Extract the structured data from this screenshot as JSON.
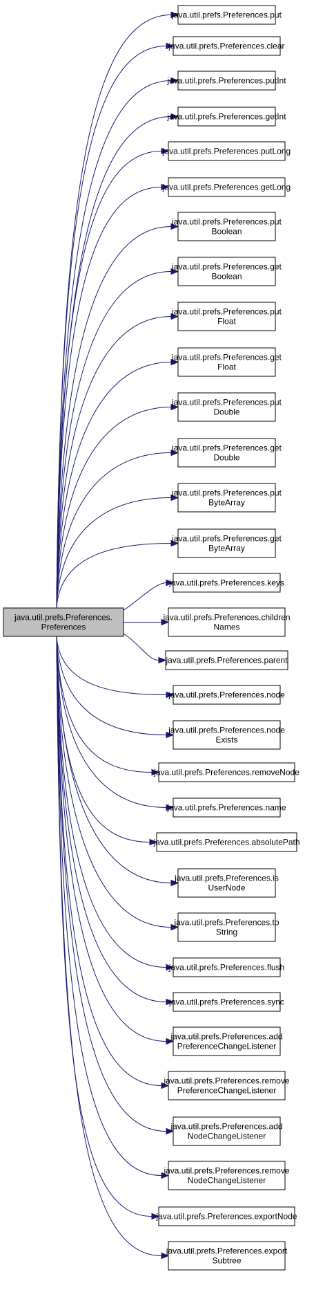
{
  "diagram": {
    "root": {
      "lines": [
        "java.util.prefs.Preferences.",
        "Preferences"
      ]
    },
    "nodes": [
      {
        "lines": [
          "java.util.prefs.Preferences.put"
        ]
      },
      {
        "lines": [
          "java.util.prefs.Preferences.clear"
        ]
      },
      {
        "lines": [
          "java.util.prefs.Preferences.putInt"
        ]
      },
      {
        "lines": [
          "java.util.prefs.Preferences.getInt"
        ]
      },
      {
        "lines": [
          "java.util.prefs.Preferences.putLong"
        ]
      },
      {
        "lines": [
          "java.util.prefs.Preferences.getLong"
        ]
      },
      {
        "lines": [
          "java.util.prefs.Preferences.put",
          "Boolean"
        ]
      },
      {
        "lines": [
          "java.util.prefs.Preferences.get",
          "Boolean"
        ]
      },
      {
        "lines": [
          "java.util.prefs.Preferences.put",
          "Float"
        ]
      },
      {
        "lines": [
          "java.util.prefs.Preferences.get",
          "Float"
        ]
      },
      {
        "lines": [
          "java.util.prefs.Preferences.put",
          "Double"
        ]
      },
      {
        "lines": [
          "java.util.prefs.Preferences.get",
          "Double"
        ]
      },
      {
        "lines": [
          "java.util.prefs.Preferences.put",
          "ByteArray"
        ]
      },
      {
        "lines": [
          "java.util.prefs.Preferences.get",
          "ByteArray"
        ]
      },
      {
        "lines": [
          "java.util.prefs.Preferences.keys"
        ]
      },
      {
        "lines": [
          "java.util.prefs.Preferences.children",
          "Names"
        ]
      },
      {
        "lines": [
          "java.util.prefs.Preferences.parent"
        ]
      },
      {
        "lines": [
          "java.util.prefs.Preferences.node"
        ]
      },
      {
        "lines": [
          "java.util.prefs.Preferences.node",
          "Exists"
        ]
      },
      {
        "lines": [
          "java.util.prefs.Preferences.removeNode"
        ]
      },
      {
        "lines": [
          "java.util.prefs.Preferences.name"
        ]
      },
      {
        "lines": [
          "java.util.prefs.Preferences.absolutePath"
        ]
      },
      {
        "lines": [
          "java.util.prefs.Preferences.is",
          "UserNode"
        ]
      },
      {
        "lines": [
          "java.util.prefs.Preferences.to",
          "String"
        ]
      },
      {
        "lines": [
          "java.util.prefs.Preferences.flush"
        ]
      },
      {
        "lines": [
          "java.util.prefs.Preferences.sync"
        ]
      },
      {
        "lines": [
          "java.util.prefs.Preferences.add",
          "PreferenceChangeListener"
        ]
      },
      {
        "lines": [
          "java.util.prefs.Preferences.remove",
          "PreferenceChangeListener"
        ]
      },
      {
        "lines": [
          "java.util.prefs.Preferences.add",
          "NodeChangeListener"
        ]
      },
      {
        "lines": [
          "java.util.prefs.Preferences.remove",
          "NodeChangeListener"
        ]
      },
      {
        "lines": [
          "java.util.prefs.Preferences.exportNode"
        ]
      },
      {
        "lines": [
          "java.util.prefs.Preferences.export",
          "Subtree"
        ]
      }
    ],
    "colors": {
      "edge": "#191970",
      "root_fill": "#bfbfbf",
      "node_fill": "#ffffff",
      "border": "#000000"
    }
  }
}
